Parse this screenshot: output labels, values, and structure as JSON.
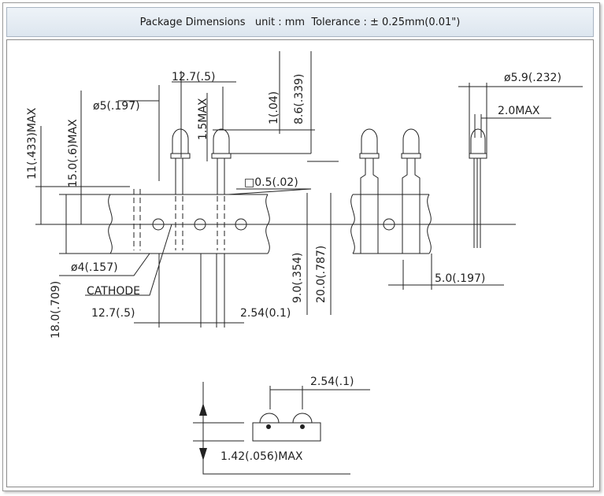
{
  "header": {
    "title": "Package Dimensions   unit : mm  Tolerance : ± 0.25mm(0.01\")"
  },
  "dimensions": {
    "lead_spacing_top": "12.7(.5)",
    "lens_diameter": "ø5(.197)",
    "flange_max": "1.5MAX",
    "dim_04": "1(.04)",
    "lead_height": "8.6(.339)",
    "overall_max": "11(.433)MAX",
    "height_15": "15.0(.6)MAX",
    "lead_square": "□0.5(.02)",
    "hole_diameter": "ø4(.157)",
    "cathode": "CATHODE",
    "lead_spacing_bottom": "12.7(.5)",
    "pitch": "2.54(0.1)",
    "dim_9": "9.0(.354)",
    "dim_20": "20.0(.787)",
    "dim_18": "18.0(.709)",
    "flange_diameter": "ø5.9(.232)",
    "lead_max": "2.0MAX",
    "tape_offset": "5.0(.197)",
    "top_pitch": "2.54(.1)",
    "tape_thickness": "1.42(.056)MAX"
  }
}
